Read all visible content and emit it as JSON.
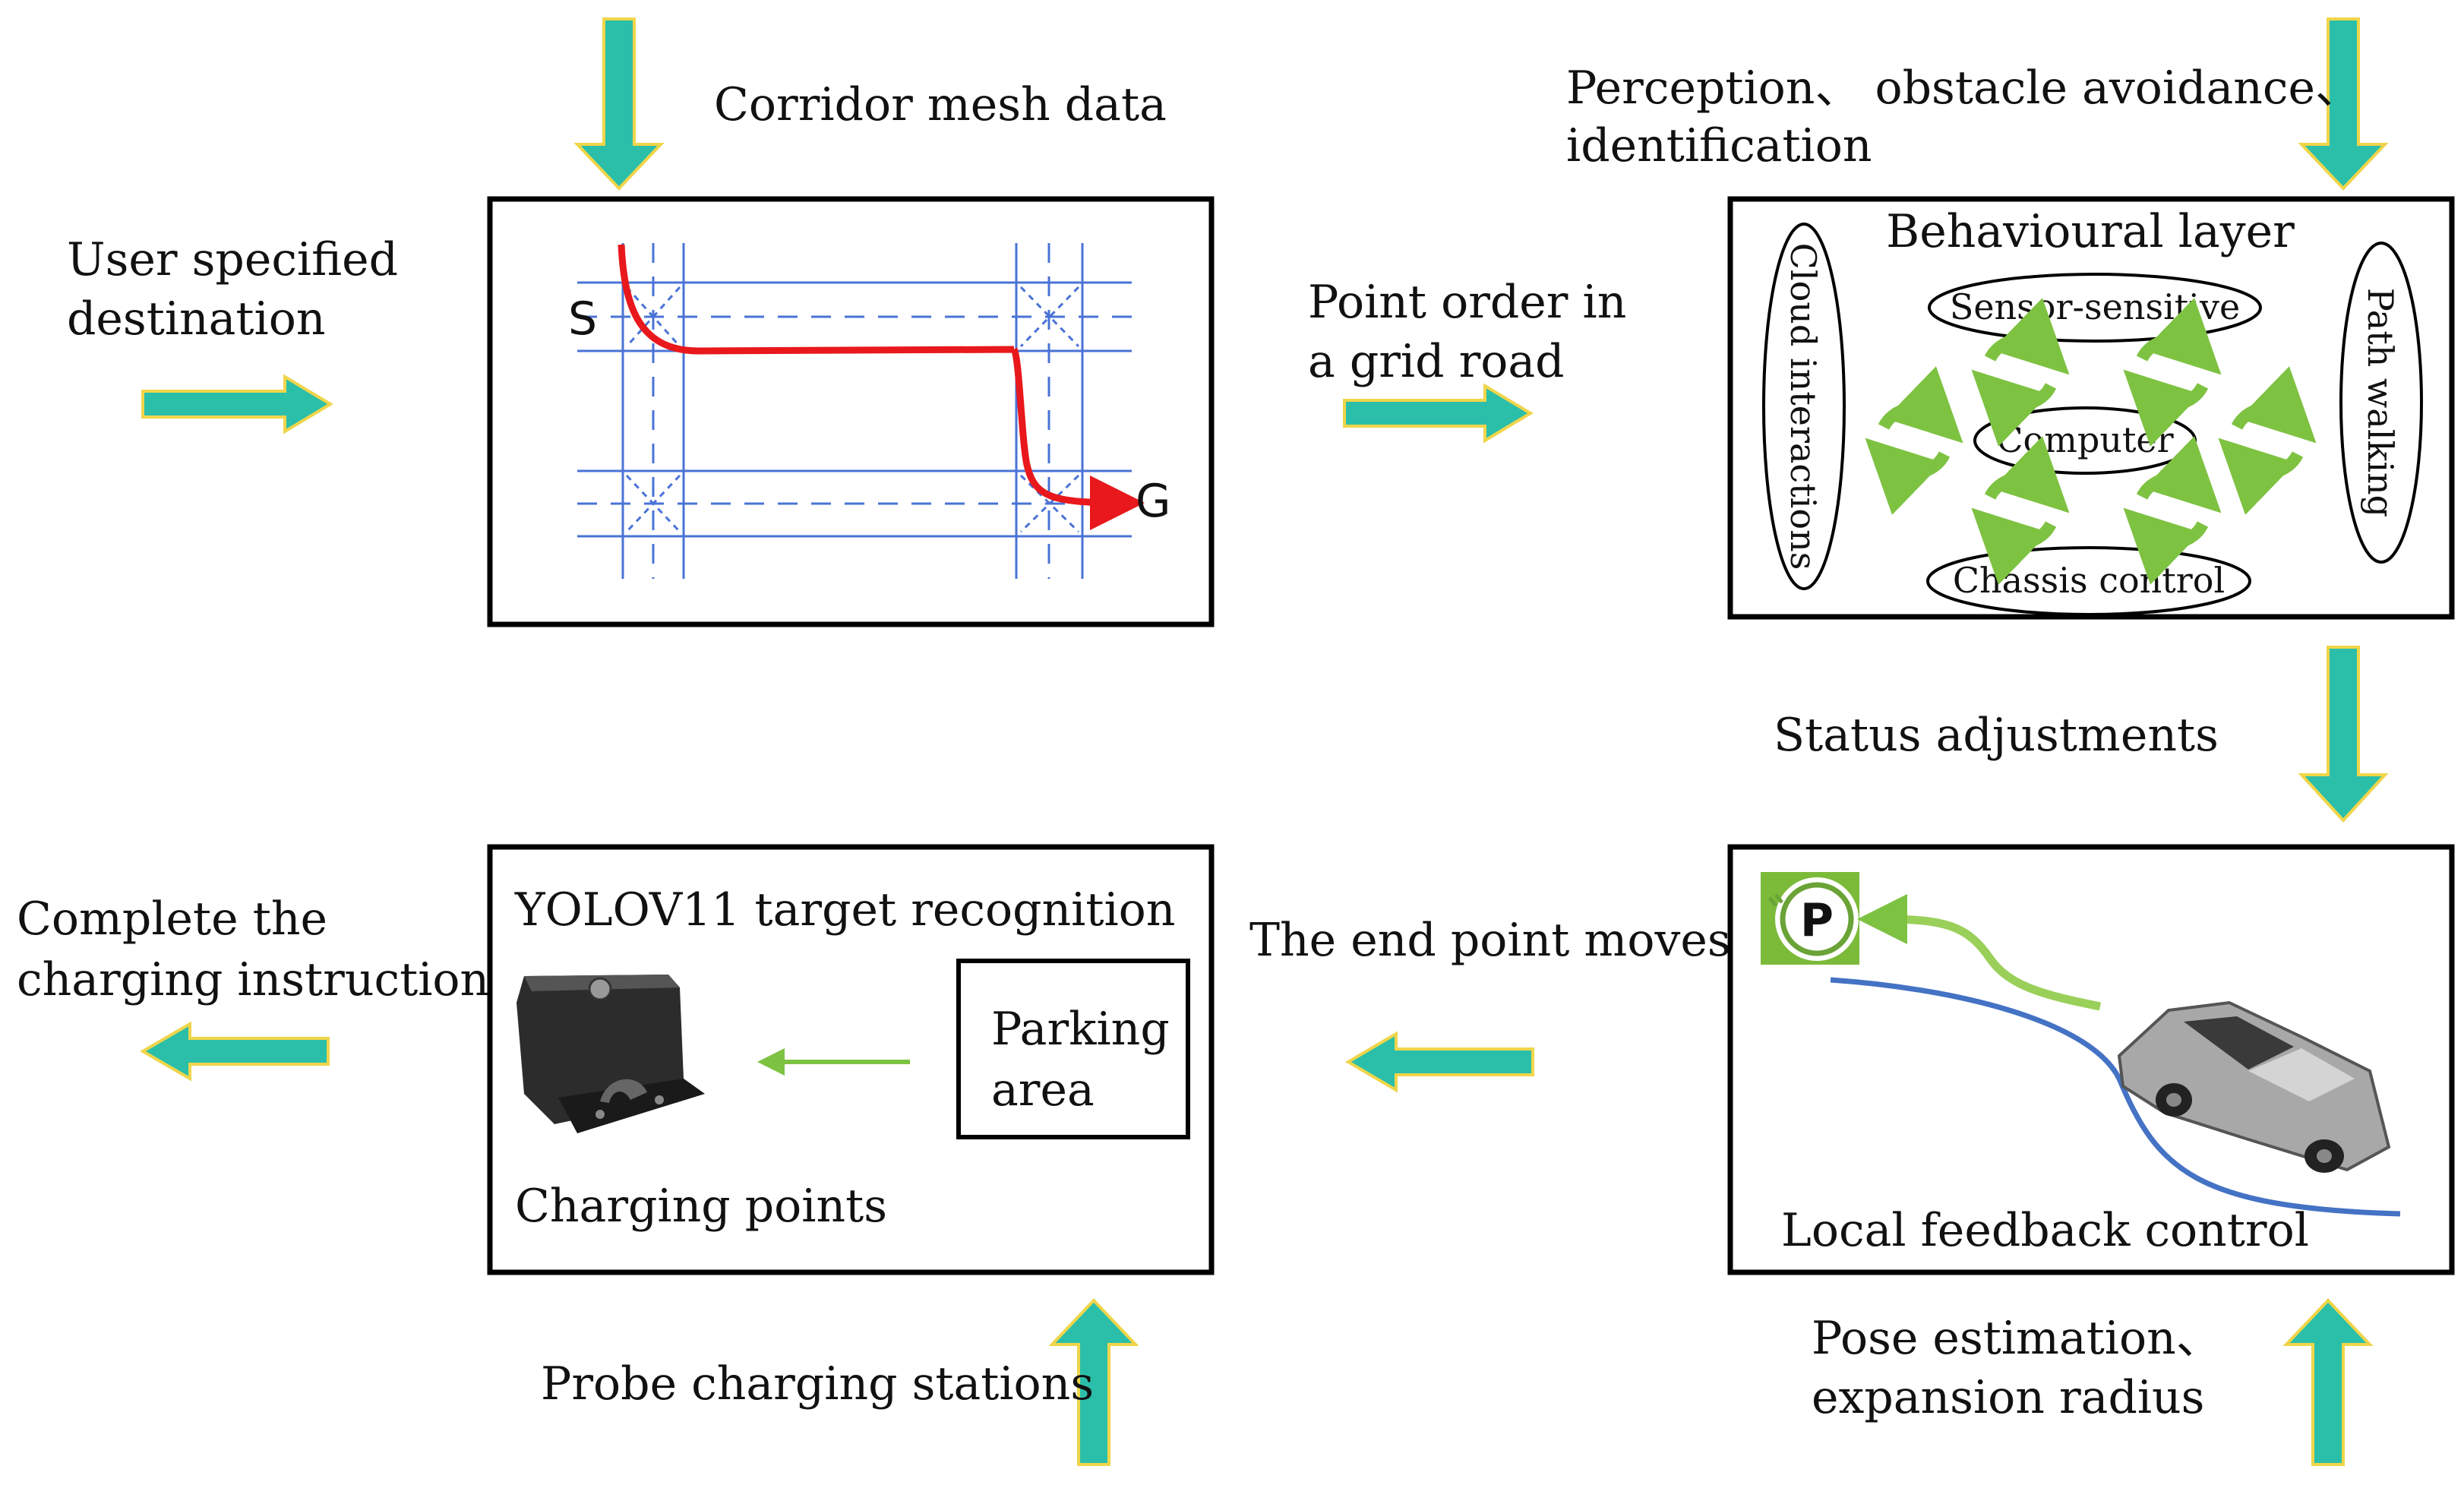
{
  "labels": {
    "corridor_mesh_data": "Corridor mesh data",
    "user_destination_1": "User specified",
    "user_destination_2": "destination",
    "point_order_1": "Point order in",
    "point_order_2": "a grid road",
    "perception_1": "Perception、 obstacle avoidance、",
    "perception_2": "identification",
    "status_adjustments": "Status adjustments",
    "end_point_moves": "The end point moves",
    "complete_charging_1": "Complete the",
    "complete_charging_2": "charging instructions",
    "probe_charging": "Probe charging stations",
    "pose_estimation_1": "Pose estimation、",
    "pose_estimation_2": "expansion radius"
  },
  "grid_box": {
    "start_label": "S",
    "goal_label": "G"
  },
  "behaviour_box": {
    "title": "Behavioural layer",
    "sensor": "Sensor-sensitive",
    "computer": "Computer",
    "chassis": "Chassis control",
    "cloud": "Cloud interactions",
    "path": "Path walking"
  },
  "recognition_box": {
    "title": "YOLOV11 target recognition",
    "parking_1": "Parking",
    "parking_2": "area",
    "charging_points": "Charging points"
  },
  "feedback_box": {
    "title": "Local feedback control",
    "parking_sign": "P"
  },
  "colors": {
    "teal_arrow": "#2bbfa9",
    "arrow_outline": "#f0d54a",
    "grid_blue": "#4a73d6",
    "path_red": "#e8181c",
    "cycle_green": "#7ec242",
    "curve_blue": "#4472c4"
  }
}
